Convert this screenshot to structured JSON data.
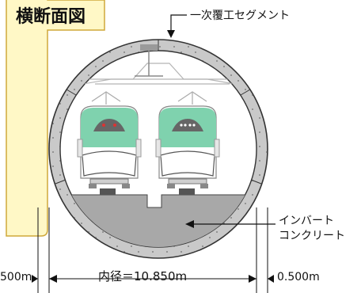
{
  "diagram": {
    "title": "横断面図",
    "labels": {
      "segment": "一次覆工セグメント",
      "invert_line1": "インバート",
      "invert_line2": "コンクリート",
      "inner_diameter": "内径＝10.850m",
      "left_thickness": "500m",
      "right_thickness": "0.500m"
    },
    "colors": {
      "title_panel": "#FFF8C6",
      "panel_border": "#CFA83A",
      "ring_fill": "#C9C9C9",
      "invert_fill": "#A8A8A8",
      "train_green": "#7FD2AE"
    }
  }
}
